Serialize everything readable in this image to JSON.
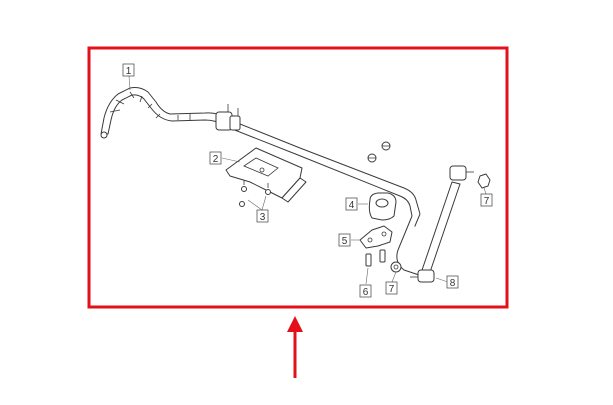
{
  "diagram": {
    "callouts": [
      {
        "label": "1"
      },
      {
        "label": "2"
      },
      {
        "label": "3"
      },
      {
        "label": "4"
      },
      {
        "label": "5"
      },
      {
        "label": "6"
      },
      {
        "label": "7"
      },
      {
        "label": "7"
      },
      {
        "label": "8"
      }
    ]
  },
  "highlight": {
    "frame_color": "#e3101c",
    "arrow_color": "#e3101c"
  }
}
